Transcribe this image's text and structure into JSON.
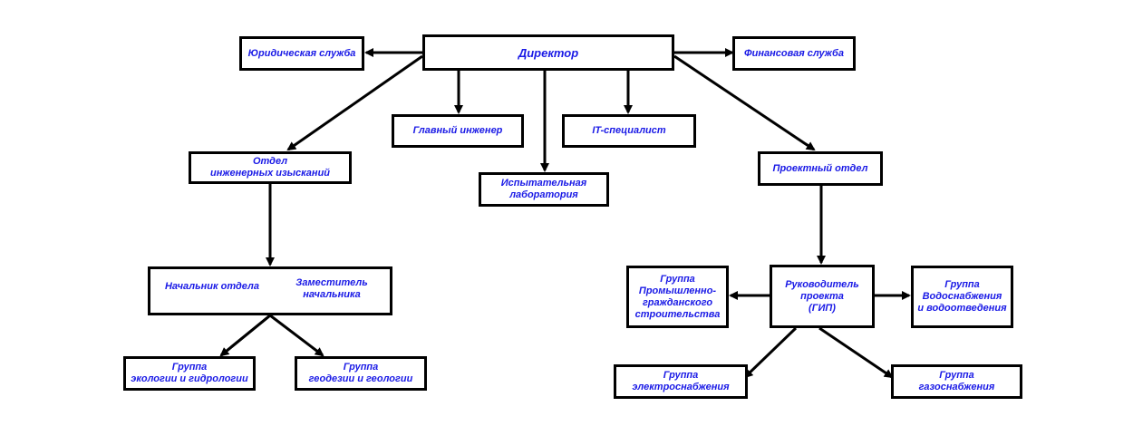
{
  "colors": {
    "text": "#1a1ae6",
    "line": "#000000",
    "background": "#ffffff"
  },
  "nodes": {
    "director": "Директор",
    "legal": "Юридическая служба",
    "finance": "Финансовая служба",
    "chief_engineer": "Главный инженер",
    "it": "IT-специалист",
    "lab": "Испытательная\nлаборатория",
    "survey_dept": "Отдел\nинженерных изысканий",
    "design_dept": "Проектный отдел",
    "dept_head": "Начальник отдела",
    "deputy_head": "Заместитель\nначальника",
    "ecology_group": "Группа\nэкологии и гидрологии",
    "geodesy_group": "Группа\nгеодезии и геологии",
    "project_lead": "Руководитель\nпроекта\n(ГИП)",
    "industrial_group": "Группа\nПромышленно-\nгражданского\nстроительства",
    "water_group": "Группа\nВодоснабжения\nи водоотведения",
    "power_group": "Группа\nэлектроснабжения",
    "gas_group": "Группа\nгазоснабжения"
  }
}
